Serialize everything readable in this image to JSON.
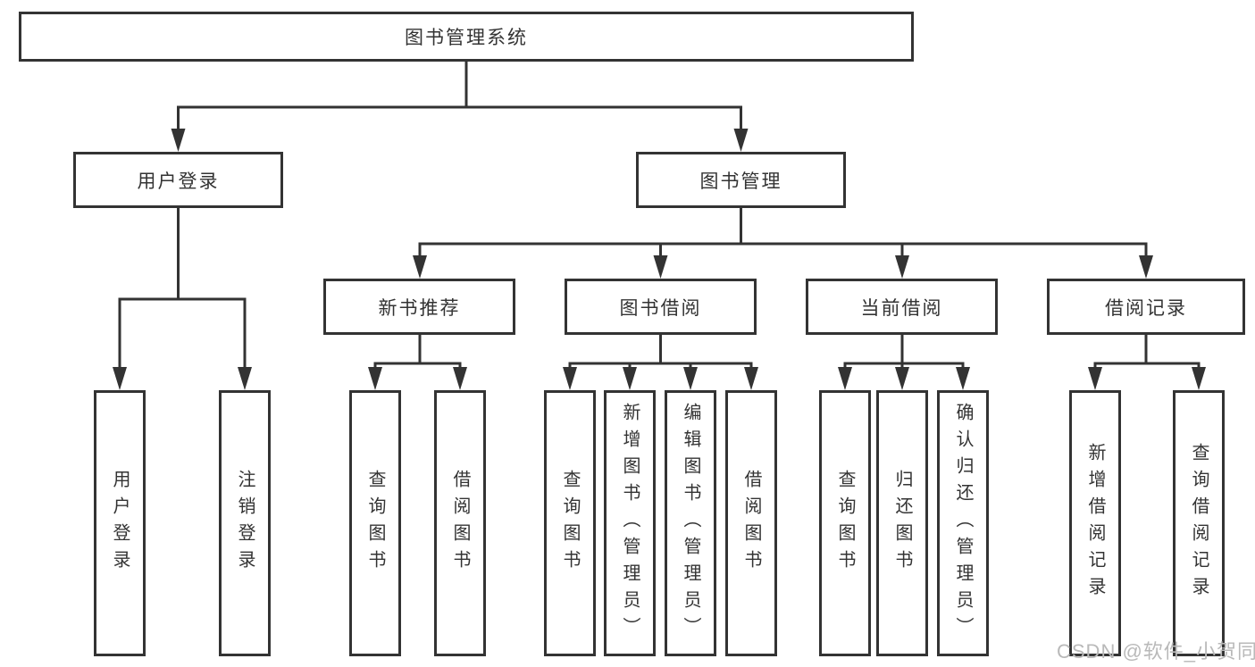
{
  "tree": {
    "root": {
      "label": "图书管理系统"
    },
    "children": [
      {
        "label": "用户登录",
        "children": [
          {
            "label": "用户登录"
          },
          {
            "label": "注销登录"
          }
        ]
      },
      {
        "label": "图书管理",
        "children": [
          {
            "label": "新书推荐",
            "children": [
              {
                "label": "查询图书"
              },
              {
                "label": "借阅图书"
              }
            ]
          },
          {
            "label": "图书借阅",
            "children": [
              {
                "label": "查询图书"
              },
              {
                "label": "新增图书（管理员）"
              },
              {
                "label": "编辑图书（管理员）"
              },
              {
                "label": "借阅图书"
              }
            ]
          },
          {
            "label": "当前借阅",
            "children": [
              {
                "label": "查询图书"
              },
              {
                "label": "归还图书"
              },
              {
                "label": "确认归还（管理员）"
              }
            ]
          },
          {
            "label": "借阅记录",
            "children": [
              {
                "label": "新增借阅记录"
              },
              {
                "label": "查询借阅记录"
              }
            ]
          }
        ]
      }
    ]
  },
  "watermark": {
    "text": "CSDN @软件_小贺同学"
  },
  "colors": {
    "line": "#333333",
    "box_border": "#333333",
    "text": "#333333",
    "box_background": "#ffffff",
    "watermark": "#b9b9b9",
    "page_background": "#ffffff"
  }
}
